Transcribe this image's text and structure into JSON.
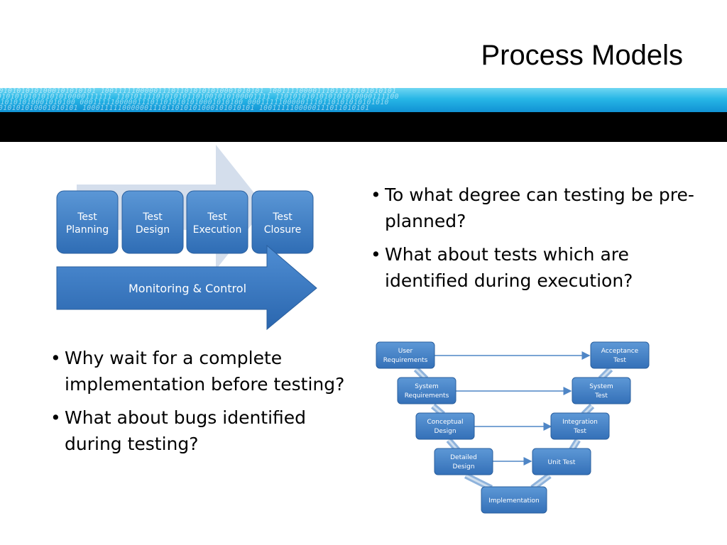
{
  "slide": {
    "title": "Process Models"
  },
  "colors": {
    "banner_blue": "#27b6e6",
    "banner_black": "#000000",
    "box_blue": "#3f7ec6",
    "arrow_light": "#d2ddec",
    "connector": "#8fb3dc"
  },
  "banner": {
    "binary_rows": [
      "1010101010101000101010101 1001111100000111011010101010001010101 10011110000111011010101010101",
      "01010101010101010000111111 11010111101010101101001010100001111 1101010101010101010000111100",
      "1010101010001010100 0001111100000111011010101010001010100 00011111000001110110101010101010",
      "010101010001010101 100011111000000111011010101000101010101 1001111100000111011010101"
    ]
  },
  "process_diagram": {
    "steps": [
      {
        "line1": "Test",
        "line2": "Planning"
      },
      {
        "line1": "Test",
        "line2": "Design"
      },
      {
        "line1": "Test",
        "line2": "Execution"
      },
      {
        "line1": "Test",
        "line2": "Closure"
      }
    ],
    "monitoring_label": "Monitoring & Control"
  },
  "bullets_top": [
    "To what degree can testing be pre-planned?",
    "What about tests which are identified during execution?"
  ],
  "bullets_bottom": [
    "Why wait for a complete implementation before testing?",
    "What about bugs identified during testing?"
  ],
  "v_model": {
    "user_requirements": {
      "line1": "User",
      "line2": "Requirements"
    },
    "system_requirements": {
      "line1": "System",
      "line2": "Requirements"
    },
    "conceptual_design": {
      "line1": "Conceptual",
      "line2": "Design"
    },
    "detailed_design": {
      "line1": "Detailed",
      "line2": "Design"
    },
    "implementation": {
      "line1": "Implementation"
    },
    "unit_test": {
      "line1": "Unit Test"
    },
    "integration_test": {
      "line1": "Integration",
      "line2": "Test"
    },
    "system_test": {
      "line1": "System",
      "line2": "Test"
    },
    "acceptance_test": {
      "line1": "Acceptance",
      "line2": "Test"
    }
  }
}
